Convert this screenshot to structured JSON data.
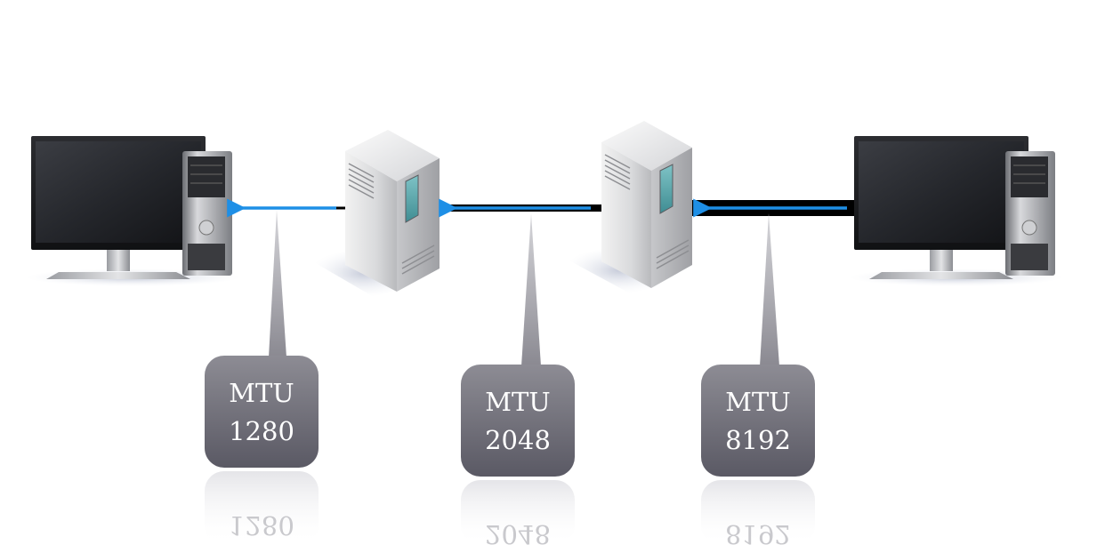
{
  "links": [
    {
      "mtu_label": "MTU",
      "mtu_value": "1280"
    },
    {
      "mtu_label": "MTU",
      "mtu_value": "2048"
    },
    {
      "mtu_label": "MTU",
      "mtu_value": "8192"
    }
  ],
  "colors": {
    "arrow": "#1e8fe6",
    "callout_top": "#8a8991",
    "callout_bottom": "#5e5d68",
    "link_line": "#000000"
  },
  "icons": [
    "desktop-computer-icon",
    "server-icon",
    "server-icon",
    "desktop-computer-icon"
  ]
}
